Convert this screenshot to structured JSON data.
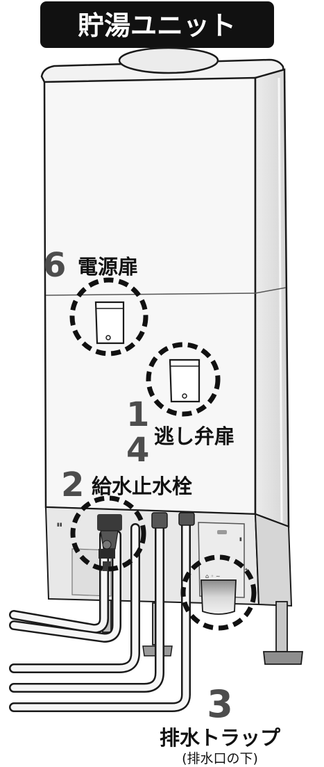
{
  "title": "貯湯ユニット",
  "callouts": {
    "power_door": {
      "number": "6",
      "label": "電源扉"
    },
    "relief_valve_door": {
      "number_top": "1",
      "number_bottom": "4",
      "label": "逃し弁扉"
    },
    "water_supply_valve": {
      "number": "2",
      "label": "給水止水栓"
    },
    "drain_trap": {
      "number": "3",
      "label": "排水トラップ",
      "sublabel": "(排水口の下)"
    }
  },
  "colors": {
    "title_bg": "#111111",
    "title_text": "#ffffff",
    "number_gray": "#4d4d4d",
    "outline": "#1a1a1a",
    "body_fill": "#f7f7f7",
    "side_fill": "#e3e3e3",
    "base_fill": "#e6e6e6"
  },
  "icons": [
    "dashed-circle-highlight",
    "door-panel",
    "pipe",
    "valve",
    "drain-trap"
  ]
}
